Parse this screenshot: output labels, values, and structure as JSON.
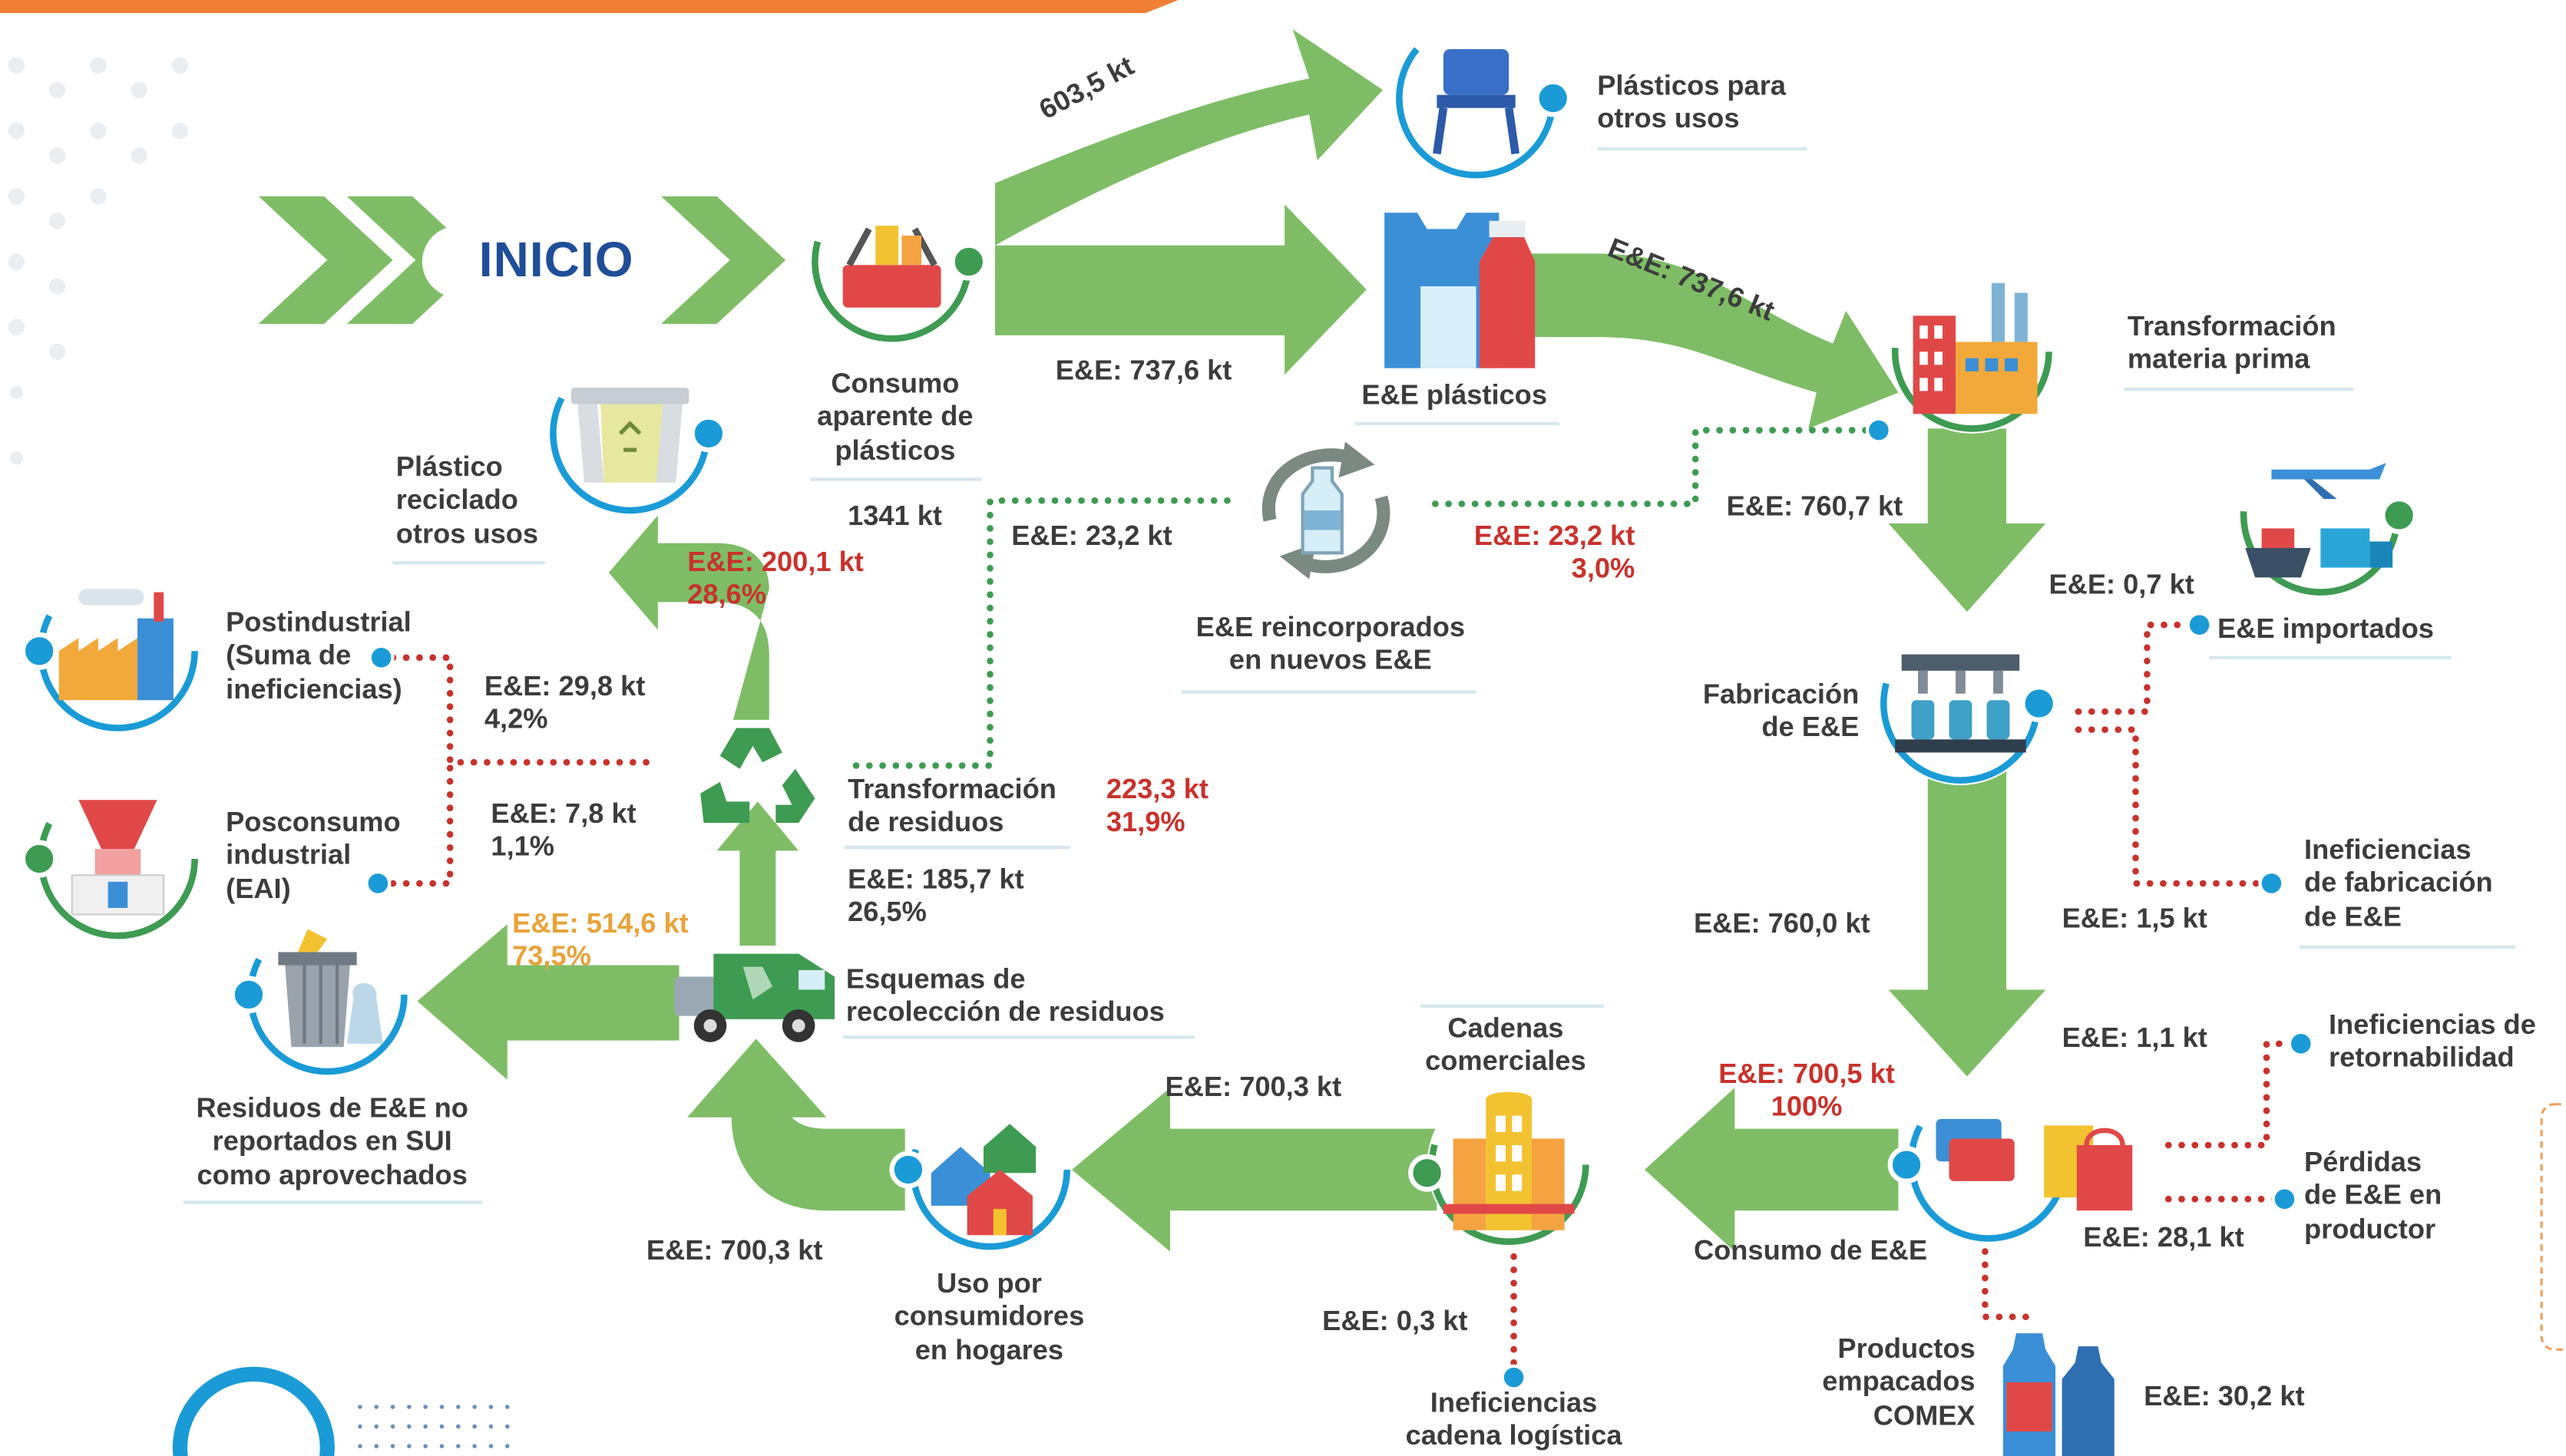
{
  "header": {
    "accent_color": "#f07f35"
  },
  "colors": {
    "flow_green": "#7ebd66",
    "dark_green": "#3e9b52",
    "blue_dot": "#1a9bd7",
    "text_dark": "#3c3c3c",
    "text_red": "#c8322c",
    "text_orange": "#e8a33a",
    "dotted_green": "#3e9b52",
    "dotted_red": "#c8322c"
  },
  "start": {
    "label": "INICIO"
  },
  "nodes": {
    "consumo_aparente": {
      "label_l1": "Consumo",
      "label_l2": "aparente de",
      "label_l3": "plásticos",
      "value": "1341 kt",
      "icon": "shopping-basket-icon"
    },
    "plasticos_otros": {
      "label_l1": "Plásticos para",
      "label_l2": "otros usos",
      "icon": "plastic-chair-icon"
    },
    "ee_plasticos": {
      "label": "E&E plásticos",
      "icon": "plastic-bottle-cup-icon"
    },
    "transformacion_mp": {
      "label_l1": "Transformación",
      "label_l2": "materia prima",
      "icon": "factory-icon"
    },
    "importados": {
      "label": "E&E importados",
      "icon": "airplane-ship-truck-icon"
    },
    "fabricacion": {
      "label_l1": "Fabricación",
      "label_l2": "de E&E",
      "icon": "bottling-machine-icon"
    },
    "ineficiencias_fab": {
      "label_l1": "Ineficiencias",
      "label_l2": "de fabricación",
      "label_l3": "de E&E"
    },
    "ineficiencias_ret": {
      "label_l1": "Ineficiencias de",
      "label_l2": "retornabilidad"
    },
    "perdidas": {
      "label_l1": "Pérdidas",
      "label_l2": "de E&E en",
      "label_l3": "productor"
    },
    "consumo_ee": {
      "label": "Consumo de E&E",
      "icon": "shopping-cards-bags-icon"
    },
    "productos_comex": {
      "label_l1": "Productos",
      "label_l2": "empacados",
      "label_l3": "COMEX",
      "icon": "water-bottles-icon"
    },
    "cadenas": {
      "label_l1": "Cadenas",
      "label_l2": "comerciales",
      "icon": "shopping-mall-icon"
    },
    "ineficiencias_log": {
      "label_l1": "Ineficiencias",
      "label_l2": "cadena logística"
    },
    "uso_hogares": {
      "label_l1": "Uso por",
      "label_l2": "consumidores",
      "label_l3": "en hogares",
      "icon": "houses-icon"
    },
    "esquemas": {
      "label_l1": "Esquemas de",
      "label_l2": "recolección de residuos",
      "icon": "garbage-truck-icon"
    },
    "residuos_no_rep": {
      "label_l1": "Residuos de E&E no",
      "label_l2": "reportados en SUI",
      "label_l3": "como aprovechados",
      "icon": "trash-bin-bag-icon"
    },
    "transformacion_res": {
      "label_l1": "Transformación",
      "label_l2": "de residuos",
      "icon": "recycle-icon"
    },
    "reciclado_otros": {
      "label_l1": "Plástico",
      "label_l2": "reciclado",
      "label_l3": "otros usos",
      "icon": "recycling-bin-icon"
    },
    "postindustrial": {
      "label_l1": "Postindustrial",
      "label_l2": "(Suma de",
      "label_l3": "ineficiencias)",
      "icon": "industrial-plant-icon"
    },
    "posconsumo": {
      "label_l1": "Posconsumo",
      "label_l2": "industrial",
      "label_l3": "(EAI)",
      "icon": "industrial-hopper-icon"
    },
    "reincorporados": {
      "label_l1": "E&E reincorporados",
      "label_l2": "en nuevos E&E",
      "icon": "cycle-bottle-icon"
    }
  },
  "flows": {
    "otros_usos": "603,5 kt",
    "to_ee_plasticos": "E&E: 737,6 kt",
    "to_transformacion": "E&E: 737,6 kt",
    "to_fabricacion": "E&E: 760,7 kt",
    "importados": "E&E: 0,7 kt",
    "ineficiencias_fab": "E&E: 1,5 kt",
    "to_consumo": "E&E: 760,0 kt",
    "ineficiencias_ret": "E&E: 1,1 kt",
    "perdidas": "E&E: 28,1 kt",
    "comex": "E&E: 30,2 kt",
    "to_cadenas": {
      "value": "E&E: 700,5 kt",
      "pct": "100%"
    },
    "to_hogares": "E&E: 700,3 kt",
    "logistica": "E&E: 0,3 kt",
    "to_esquemas": "E&E: 700,3 kt",
    "to_residuos_no_rep": {
      "value": "E&E: 514,6 kt",
      "pct": "73,5%"
    },
    "to_transformacion_res": {
      "value": "E&E: 185,7 kt",
      "pct": "26,5%"
    },
    "transformacion_total": {
      "value": "223,3 kt",
      "pct": "31,9%"
    },
    "to_reciclado": {
      "value": "E&E: 200,1 kt",
      "pct": "28,6%"
    },
    "reincorporados_left": "E&E: 23,2 kt",
    "reincorporados_right": {
      "value": "E&E: 23,2 kt",
      "pct": "3,0%"
    },
    "postindustrial": {
      "value": "E&E: 29,8 kt",
      "pct": "4,2%"
    },
    "posconsumo": {
      "value": "E&E: 7,8 kt",
      "pct": "1,1%"
    }
  }
}
